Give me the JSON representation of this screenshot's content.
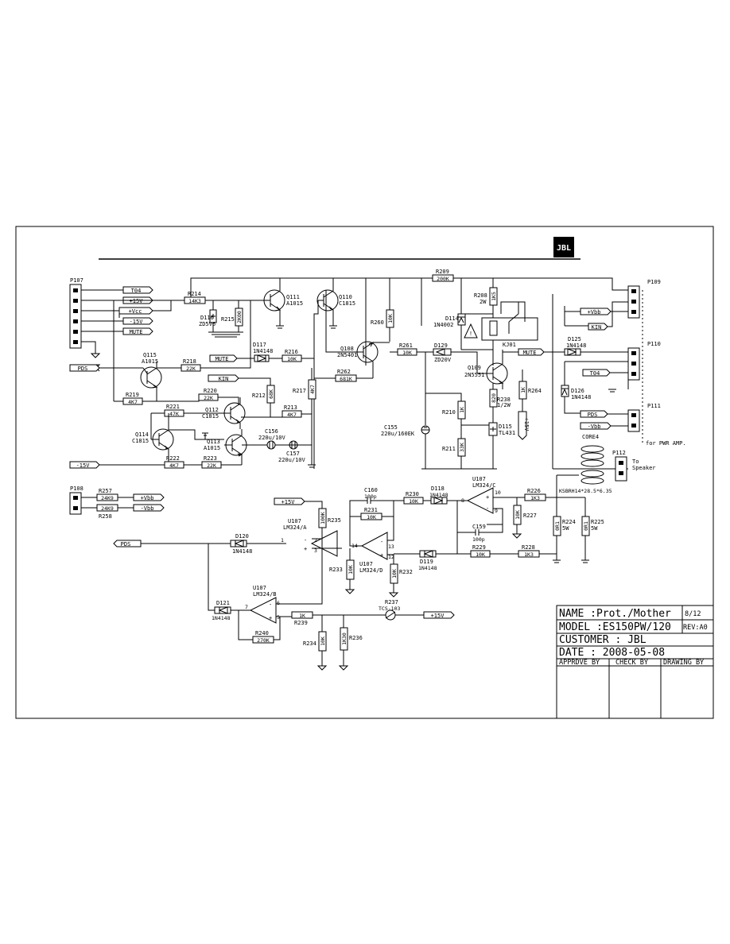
{
  "logo": {
    "text": "JBL"
  },
  "connectors": {
    "p107": "P107",
    "p108": "P108",
    "p109": "P109",
    "p110": "P110",
    "p111": "P111",
    "p112": "P112"
  },
  "nets": {
    "t04_a": "T04",
    "plus15v_a": "+15V",
    "plusvcc": "+Vcc",
    "minus15v_a": "-15V",
    "mute_a": "MUTE",
    "pds_a": "PDS",
    "mute_b": "MUTE",
    "kin_a": "KIN",
    "minus15v_b": "-15V",
    "plusvbb_a": "+Vbb",
    "minusvbb_a": "-Vbb",
    "plus15v_b": "+15V",
    "pds_b": "PDS",
    "plus15v_c": "+15V",
    "plusvbb_b": "+Vbb",
    "kin_b": "KIN",
    "mute_c": "MUTE",
    "t04_b": "T04",
    "pds_c": "PDS",
    "minusvbb_b": "-Vbb",
    "plus15v_d": "+15V"
  },
  "components": {
    "r214": {
      "ref": "R214",
      "val": "14K3"
    },
    "r215": {
      "ref": "R215",
      "val": "2K00"
    },
    "d116": {
      "ref": "D116",
      "val": "ZD5V6"
    },
    "q111": {
      "ref": "Q111",
      "val": "A1015"
    },
    "q110": {
      "ref": "Q110",
      "val": "C1815"
    },
    "r209": {
      "ref": "R209",
      "val": "200K"
    },
    "r208": {
      "ref": "R208",
      "val": "2W",
      "val2": "1K5"
    },
    "d114": {
      "ref": "D114",
      "val": "1N4002"
    },
    "r260": {
      "ref": "R260",
      "val": "10K"
    },
    "q115": {
      "ref": "Q115",
      "val": "A1015"
    },
    "r218": {
      "ref": "R218",
      "val": "22K"
    },
    "d117": {
      "ref": "D117",
      "val": "1N4148"
    },
    "r216": {
      "ref": "R216",
      "val": "10K"
    },
    "q108": {
      "ref": "Q108",
      "val": "2N5401"
    },
    "r261": {
      "ref": "R261",
      "val": "10K"
    },
    "d129": {
      "ref": "D129",
      "val": "ZD20V"
    },
    "kj01": {
      "ref": "KJ01"
    },
    "r262": {
      "ref": "R262",
      "val": "681K"
    },
    "q109": {
      "ref": "Q109",
      "val": "2N5551"
    },
    "r219": {
      "ref": "R219",
      "val": "4K7"
    },
    "r220": {
      "ref": "R220",
      "val": "22K"
    },
    "r212": {
      "ref": "R212",
      "val": "68K"
    },
    "r217": {
      "ref": "R217",
      "val": "4K7"
    },
    "r221": {
      "ref": "R221",
      "val": "47K"
    },
    "q112": {
      "ref": "Q112",
      "val": "C1815"
    },
    "r213": {
      "ref": "R213",
      "val": "4K7"
    },
    "q114": {
      "ref": "Q114",
      "val": "C1815"
    },
    "q113": {
      "ref": "Q113",
      "val": "A1015"
    },
    "c156": {
      "ref": "C156",
      "val": "220u/10V"
    },
    "c157": {
      "ref": "C157",
      "val": "220u/10V"
    },
    "r222": {
      "ref": "R222",
      "val": "4K7"
    },
    "r223": {
      "ref": "R223",
      "val": "22K"
    },
    "r238": {
      "ref": "R238",
      "val": "1/2W",
      "val2": "820"
    },
    "r264": {
      "ref": "R264",
      "val": "1K"
    },
    "r210": {
      "ref": "R210",
      "val": "1K"
    },
    "c155": {
      "ref": "C155",
      "val": "220u/160EK"
    },
    "d115": {
      "ref": "D115",
      "val": "TL431"
    },
    "r211": {
      "ref": "R211",
      "val": "33K"
    },
    "d125": {
      "ref": "D125",
      "val": "1N4148"
    },
    "d126": {
      "ref": "D126",
      "val": "1N4148"
    },
    "core4": {
      "ref": "CORE4"
    },
    "core_spec": {
      "val": "KSBRH14*28.5*6.35"
    },
    "r257": {
      "ref": "R257",
      "val": "24K9"
    },
    "r258": {
      "ref": "R258",
      "val": "24K9"
    },
    "c160": {
      "ref": "C160",
      "val": "100p"
    },
    "r230": {
      "ref": "R230",
      "val": "10K"
    },
    "d118": {
      "ref": "D118",
      "val": "1N4148"
    },
    "u107c": {
      "ref": "U107",
      "val": "LM324/C"
    },
    "r226": {
      "ref": "R226",
      "val": "1K3"
    },
    "r227": {
      "ref": "R227",
      "val": "10K"
    },
    "r231": {
      "ref": "R231",
      "val": "10K"
    },
    "u107a": {
      "ref": "U107",
      "val": "LM324/A"
    },
    "r235": {
      "ref": "R235",
      "val": "100K"
    },
    "d120": {
      "ref": "D120",
      "val": "1N4148"
    },
    "c159": {
      "ref": "C159",
      "val": "100p"
    },
    "r229": {
      "ref": "R229",
      "val": "10K"
    },
    "r228": {
      "ref": "R228",
      "val": "1K3"
    },
    "r224": {
      "ref": "R224",
      "val": "5W",
      "val2": "0R1"
    },
    "r225": {
      "ref": "R225",
      "val": "5W",
      "val2": "0R1"
    },
    "u107d": {
      "ref": "U107",
      "val": "LM324/D"
    },
    "r233": {
      "ref": "R233",
      "val": "10K"
    },
    "r232": {
      "ref": "R232",
      "val": "10K"
    },
    "d119": {
      "ref": "D119",
      "val": "1N4148"
    },
    "u107b": {
      "ref": "U107",
      "val": "LM324/B"
    },
    "d121": {
      "ref": "D121",
      "val": "1N4148"
    },
    "r237": {
      "ref": "R237",
      "val": "TCS-103"
    },
    "r239": {
      "ref": "R239",
      "val": "1K"
    },
    "r240": {
      "ref": "R240",
      "val": "270K"
    },
    "r234": {
      "ref": "R234",
      "val": "10K"
    },
    "r236": {
      "ref": "R236",
      "val": "1K30"
    }
  },
  "notes": {
    "to_speaker_1": "To",
    "to_speaker_2": "Speaker",
    "for_pwr": "for PWR AMP."
  },
  "titleblock": {
    "name": "NAME :Prot./Mother",
    "sheet": "8/12",
    "model": "MODEL :ES150PW/120",
    "rev": "REV:A0",
    "customer": "CUSTOMER : JBL",
    "date": "DATE :  2008-05-08",
    "approve": "APPRDVE BY",
    "check": "CHECK BY",
    "drawing": "DRAWING BY"
  }
}
